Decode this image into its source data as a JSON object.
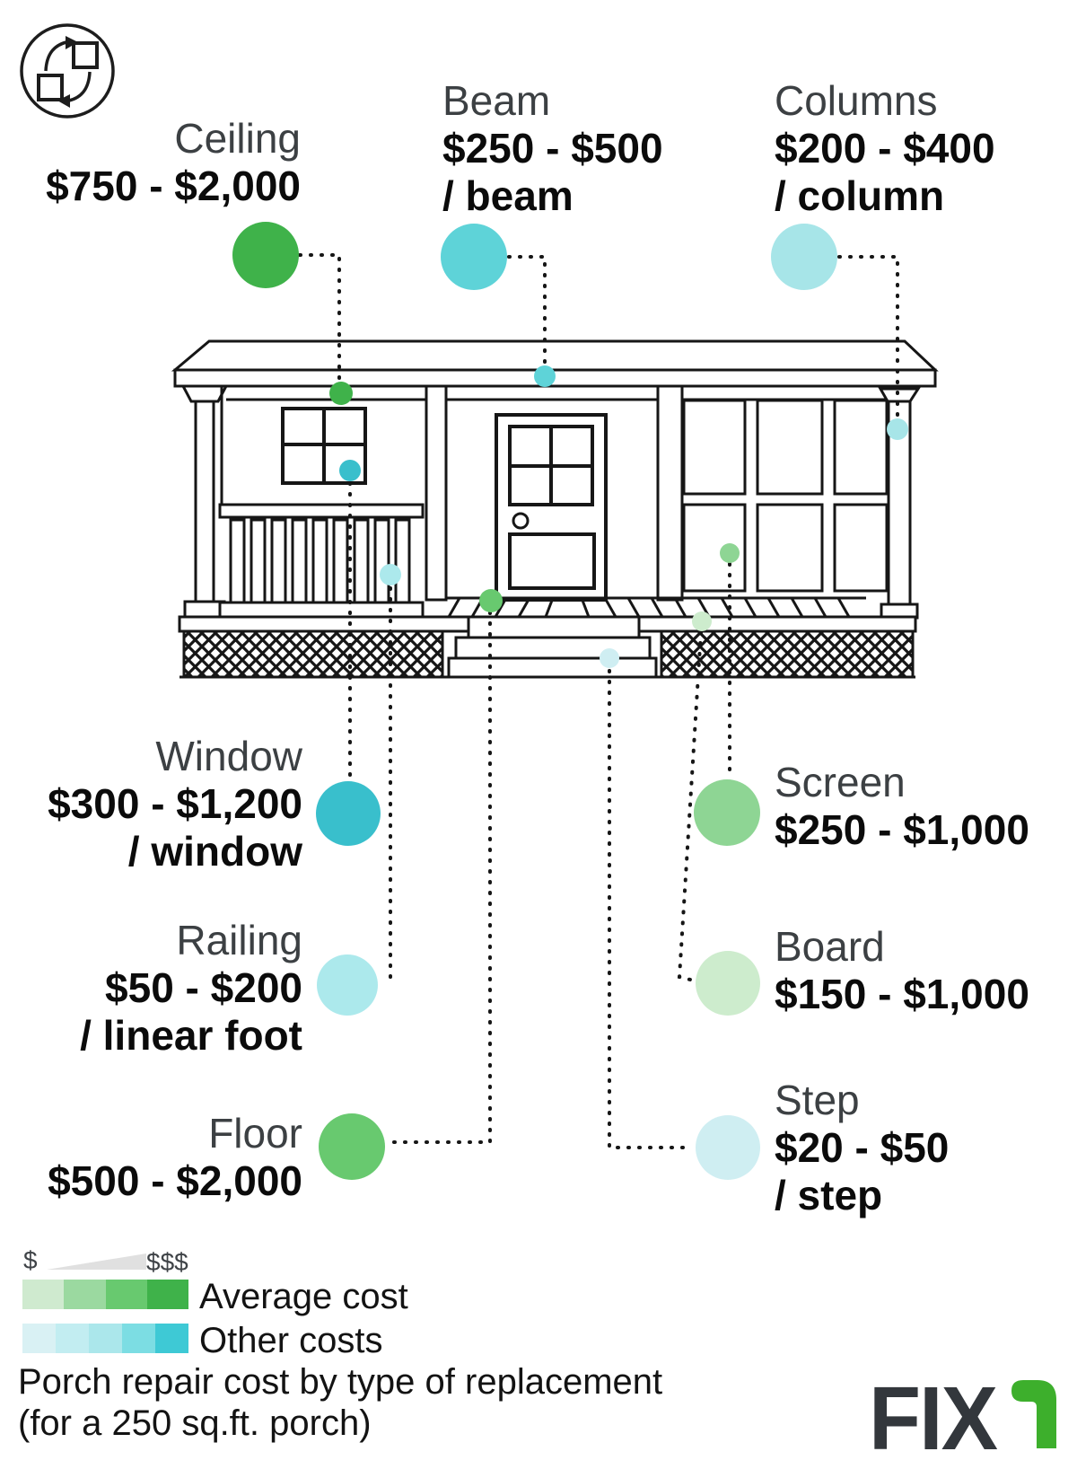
{
  "icons": {
    "top_left": "replacement-cycle-icon"
  },
  "callouts": [
    {
      "id": "ceiling",
      "label": "Ceiling",
      "price": "$750 - $2,000",
      "unit": "",
      "color": "#3fb24a"
    },
    {
      "id": "beam",
      "label": "Beam",
      "price": "$250 - $500",
      "unit": "/ beam",
      "color": "#5ed3d8"
    },
    {
      "id": "columns",
      "label": "Columns",
      "price": "$200 - $400",
      "unit": "/ column",
      "color": "#a7e5e8"
    },
    {
      "id": "window",
      "label": "Window",
      "price": "$300 - $1,200",
      "unit": "/ window",
      "color": "#39bfcc"
    },
    {
      "id": "railing",
      "label": "Railing",
      "price": "$50 - $200",
      "unit": "/ linear foot",
      "color": "#ace9ec"
    },
    {
      "id": "floor",
      "label": "Floor",
      "price": "$500 - $2,000",
      "unit": "",
      "color": "#68c96f"
    },
    {
      "id": "screen",
      "label": "Screen",
      "price": "$250 - $1,000",
      "unit": "",
      "color": "#8ed594"
    },
    {
      "id": "board",
      "label": "Board",
      "price": "$150 - $1,000",
      "unit": "",
      "color": "#cdeccd"
    },
    {
      "id": "step",
      "label": "Step",
      "price": "$20 - $50",
      "unit": "/ step",
      "color": "#cfeef2"
    }
  ],
  "legend": {
    "min_symbol": "$",
    "max_symbol": "$$$",
    "average_label": "Average cost",
    "other_label": "Other costs",
    "average_colors": [
      "#cfeacf",
      "#9bd9a0",
      "#68c96f",
      "#3fb24a"
    ],
    "other_colors": [
      "#d9f1f4",
      "#c2edf1",
      "#abe7eb",
      "#7cdde3",
      "#3ec9d5"
    ]
  },
  "caption": {
    "line1": "Porch repair cost by type of replacement",
    "line2": "(for a 250 sq.ft. porch)"
  },
  "logo": {
    "text": "FIX",
    "r_color": "#3daf2c"
  }
}
